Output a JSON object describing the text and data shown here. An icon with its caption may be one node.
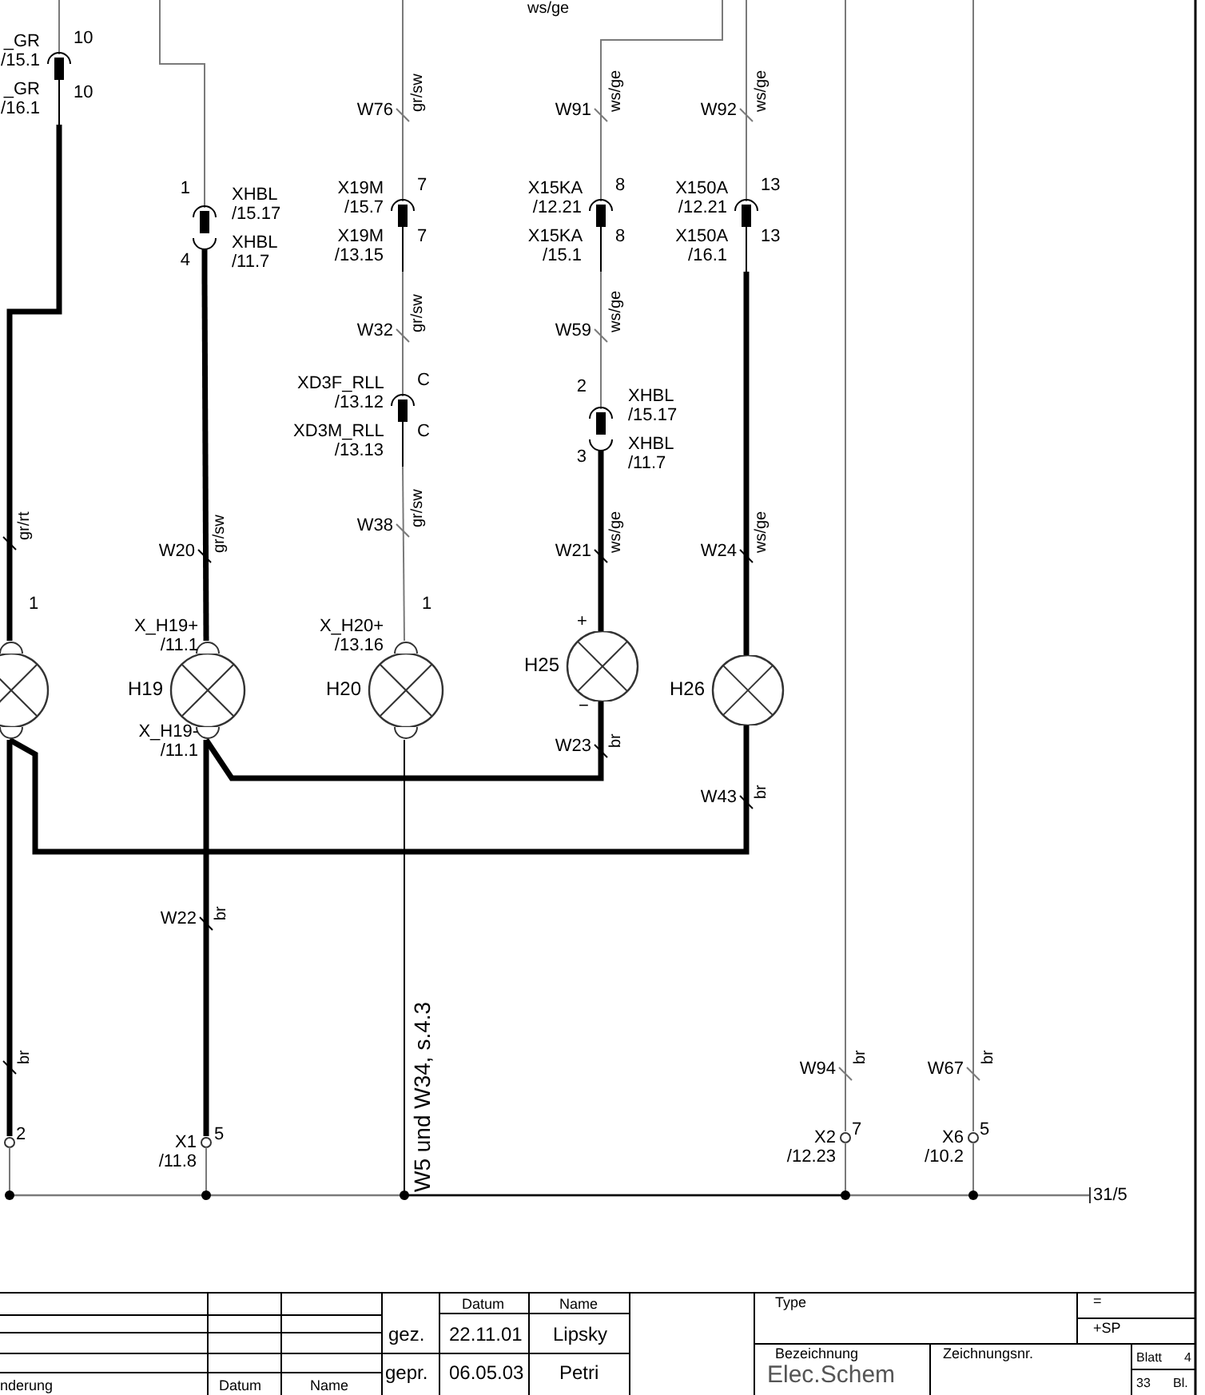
{
  "diagram": {
    "nodes": [
      {
        "text": [
          "_GR /15.1",
          "_GR /16.1"
        ],
        "beside": [
          "10",
          "10"
        ]
      },
      {
        "text": [
          "XHBL /15.17",
          "XHBL /11.7"
        ],
        "beside": [
          "1",
          "4"
        ]
      },
      {
        "text": [
          "X19M /15.7",
          "X19M /13.15"
        ],
        "beside": [
          "7",
          "7"
        ]
      },
      {
        "text": [
          "X15KA /12.21",
          "X15KA /15.1"
        ],
        "beside": [
          "8",
          "8"
        ]
      },
      {
        "text": [
          "X150A /12.21",
          "X150A /16.1"
        ],
        "beside": [
          "13",
          "13"
        ]
      },
      {
        "text": [
          "XD3F_RLL /13.12",
          "XD3M_RLL /13.13"
        ],
        "beside": [
          "C",
          "C"
        ]
      },
      {
        "text": [
          "XHBL /15.17",
          "XHBL /11.7"
        ],
        "beside": [
          "2",
          "3"
        ]
      },
      {
        "text": [],
        "shape": "circle",
        "beside": [
          "1"
        ]
      },
      {
        "text": [
          "H19"
        ],
        "beside": [
          "X_H19+ /11.1",
          "X_H19- /11.1"
        ]
      },
      {
        "text": [
          "H20"
        ],
        "beside": [
          "X_H20+ /13.16",
          "1"
        ]
      },
      {
        "text": [
          "H25"
        ],
        "beside": [
          "+",
          "−"
        ]
      },
      {
        "text": [
          "H26"
        ]
      },
      {
        "text": [],
        "shape": "circle",
        "beside": [
          "2"
        ]
      },
      {
        "text": [
          "X1 /11.8"
        ],
        "beside": [
          "5"
        ]
      },
      {
        "text": [
          "X2 /12.23"
        ],
        "beside": [
          "7"
        ]
      },
      {
        "text": [
          "X6 /10.2"
        ],
        "beside": [
          "5"
        ]
      },
      {
        "text": [
          "31/5"
        ]
      }
    ],
    "edges": [
      {
        "from": null,
        "to": 0,
        "arrow": "none"
      },
      {
        "from": 0,
        "to": 7,
        "arrow": "none",
        "style": "thick",
        "color": "#000000"
      },
      {
        "from": null,
        "to": 1,
        "arrow": "none"
      },
      {
        "from": 1,
        "to": 8,
        "arrow": "none",
        "label": "W20",
        "style": "thick",
        "color": "#000000"
      },
      {
        "from": null,
        "to": 2,
        "arrow": "none",
        "label": "W76"
      },
      {
        "from": 2,
        "to": 5,
        "arrow": "none",
        "label": "W32"
      },
      {
        "from": 5,
        "to": 9,
        "arrow": "none",
        "label": "W38"
      },
      {
        "from": null,
        "to": 3,
        "arrow": "none",
        "label": "W91"
      },
      {
        "from": 3,
        "to": 6,
        "arrow": "none",
        "label": "W59"
      },
      {
        "from": 6,
        "to": 10,
        "arrow": "none",
        "label": "W21",
        "style": "thick",
        "color": "#000000"
      },
      {
        "from": null,
        "to": 4,
        "arrow": "none",
        "label": "W92"
      },
      {
        "from": 4,
        "to": 11,
        "arrow": "none",
        "label": "W24",
        "style": "thick",
        "color": "#000000"
      },
      {
        "from": 10,
        "to": 8,
        "arrow": "none",
        "label": "W23",
        "style": "thick",
        "color": "#000000"
      },
      {
        "from": 11,
        "to": 7,
        "arrow": "none",
        "label": "W43",
        "style": "thick",
        "color": "#000000"
      },
      {
        "from": 8,
        "to": 13,
        "arrow": "none",
        "label": "W22",
        "style": "thick",
        "color": "#000000"
      },
      {
        "from": 7,
        "to": 12,
        "arrow": "none",
        "style": "thick",
        "color": "#000000"
      },
      {
        "from": 12,
        "to": 16,
        "arrow": "none"
      },
      {
        "from": 13,
        "to": 16,
        "arrow": "none"
      },
      {
        "from": 9,
        "to": 16,
        "arrow": "none",
        "label": "W5 und W34, s.4.3",
        "color": "#000000"
      },
      {
        "from": null,
        "to": 14,
        "arrow": "none",
        "label": "W94"
      },
      {
        "from": null,
        "to": 15,
        "arrow": "none",
        "label": "W67"
      },
      {
        "from": 14,
        "to": 16,
        "arrow": "none"
      },
      {
        "from": 15,
        "to": 16,
        "arrow": "none"
      }
    ],
    "labels": [
      "ws/ge",
      "gr/sw",
      "ws/ge",
      "ws/ge",
      "gr/sw",
      "ws/ge",
      "gr/rt",
      "gr/sw",
      "gr/sw",
      "ws/ge",
      "ws/ge",
      "br",
      "br",
      "br",
      "br",
      "br",
      "br",
      "Datum",
      "Name",
      "Type",
      "=",
      "gez.",
      "22.11.01",
      "Lipsky",
      "+SP",
      "Bezeichnung",
      "Zeichnungsnr.",
      "Blatt",
      "4",
      "gepr.",
      "06.05.03",
      "Petri",
      "Elec.Schem",
      "nderung",
      "Datum",
      "Name",
      "33",
      "Bl."
    ]
  }
}
